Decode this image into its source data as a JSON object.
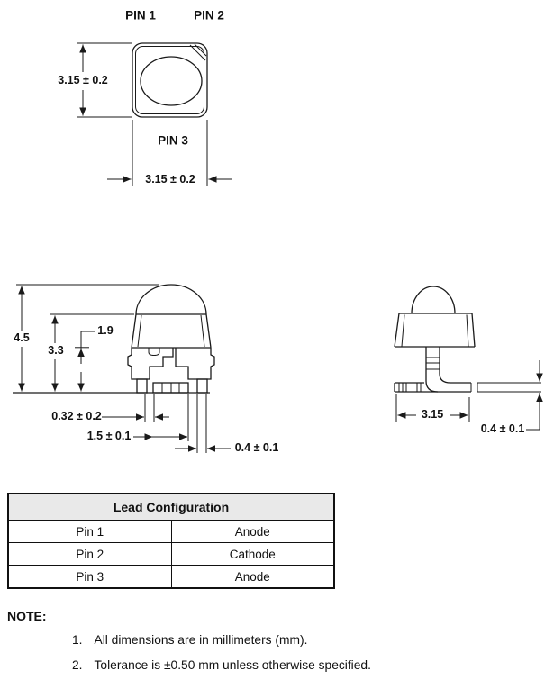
{
  "drawing": {
    "top_view": {
      "pin1_label": "PIN 1",
      "pin2_label": "PIN 2",
      "pin3_label": "PIN 3",
      "height_dim": "3.15 ± 0.2",
      "width_dim": "3.15 ± 0.2"
    },
    "front_view": {
      "overall_height_dim": "4.5",
      "body_height_dim": "3.3",
      "leadframe_height_dim": "1.9",
      "lead_gap_dim": "0.32 ± 0.2",
      "pad_width_dim": "1.5 ± 0.1",
      "lead_width_dim": "0.4 ± 0.1"
    },
    "side_view": {
      "depth_dim": "3.15",
      "lead_thickness_dim": "0.4 ± 0.1"
    }
  },
  "table": {
    "title": "Lead Configuration",
    "rows": [
      {
        "pin": "Pin 1",
        "function": "Anode"
      },
      {
        "pin": "Pin 2",
        "function": "Cathode"
      },
      {
        "pin": "Pin 3",
        "function": "Anode"
      }
    ]
  },
  "notes": {
    "heading": "NOTE:",
    "items": [
      {
        "num": "1.",
        "text": "All dimensions are in millimeters (mm)."
      },
      {
        "num": "2.",
        "text": "Tolerance is ±0.50 mm unless otherwise specified."
      }
    ]
  },
  "colors": {
    "line": "#1a1a1a",
    "table_header_bg": "#e9e9e9",
    "background": "#ffffff"
  }
}
